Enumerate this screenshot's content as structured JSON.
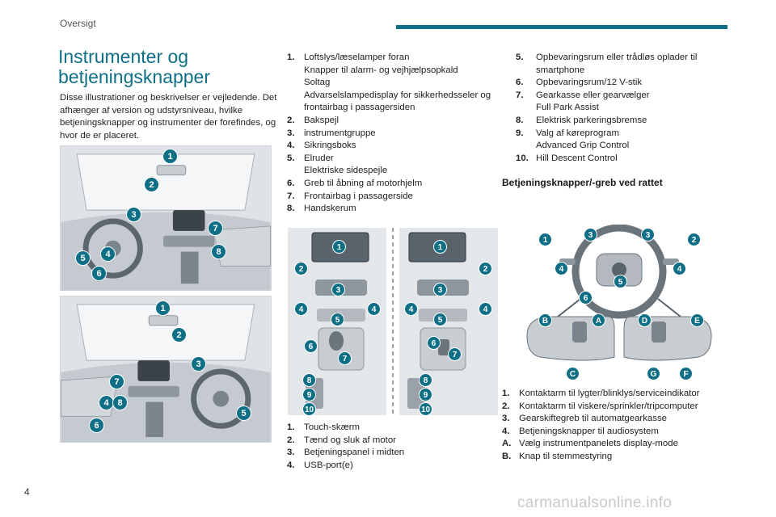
{
  "header": {
    "section": "Oversigt"
  },
  "title": "Instrumenter og betjeningsknapper",
  "intro": "Disse illustrationer og beskrivelser er vejledende. Det afhænger af version og udstyrsniveau, hvilke betjeningsknapper og instrumenter der forefindes, og hvor de er placeret.",
  "figure1_labels": [
    "1",
    "2",
    "3",
    "7",
    "8",
    "5",
    "4",
    "6"
  ],
  "figure2_labels": [
    "1",
    "2",
    "3",
    "7",
    "4",
    "8",
    "5",
    "6"
  ],
  "console_left_labels": [
    "1",
    "2",
    "3",
    "4",
    "4",
    "5",
    "6",
    "7",
    "8",
    "9",
    "10"
  ],
  "console_right_labels": [
    "1",
    "2",
    "3",
    "4",
    "4",
    "5",
    "6",
    "7",
    "8",
    "9",
    "10"
  ],
  "wheel_labels": [
    "1",
    "3",
    "3",
    "2",
    "4",
    "4",
    "5",
    "6",
    "B",
    "A",
    "D",
    "E",
    "C",
    "G",
    "F"
  ],
  "list_a": [
    {
      "n": "1.",
      "lines": [
        "Loftslys/læselamper foran",
        "Knapper til alarm- og vejhjælpsopkald",
        "Soltag",
        "Advarselslampedisplay for sikkerhedsseler og frontairbag i passagersiden"
      ]
    },
    {
      "n": "2.",
      "lines": [
        "Bakspejl"
      ]
    },
    {
      "n": "3.",
      "lines": [
        "instrumentgruppe"
      ]
    },
    {
      "n": "4.",
      "lines": [
        "Sikringsboks"
      ]
    },
    {
      "n": "5.",
      "lines": [
        "Elruder",
        "Elektriske sidespejle"
      ]
    },
    {
      "n": "6.",
      "lines": [
        "Greb til åbning af motorhjelm"
      ]
    },
    {
      "n": "7.",
      "lines": [
        "Frontairbag i passagerside"
      ]
    },
    {
      "n": "8.",
      "lines": [
        "Handskerum"
      ]
    }
  ],
  "list_b": [
    {
      "n": "1.",
      "lines": [
        "Touch-skærm"
      ]
    },
    {
      "n": "2.",
      "lines": [
        "Tænd og sluk af motor"
      ]
    },
    {
      "n": "3.",
      "lines": [
        "Betjeningspanel i midten"
      ]
    },
    {
      "n": "4.",
      "lines": [
        "USB-port(e)"
      ]
    }
  ],
  "list_c": [
    {
      "n": "5.",
      "lines": [
        "Opbevaringsrum eller trådløs oplader til smartphone"
      ]
    },
    {
      "n": "6.",
      "lines": [
        "Opbevaringsrum/12 V-stik"
      ]
    },
    {
      "n": "7.",
      "lines": [
        "Gearkasse eller gearvælger",
        "Full Park Assist"
      ]
    },
    {
      "n": "8.",
      "lines": [
        "Elektrisk parkeringsbremse"
      ]
    },
    {
      "n": "9.",
      "lines": [
        "Valg af køreprogram",
        "Advanced Grip Control"
      ]
    },
    {
      "n": "10.",
      "lines": [
        "Hill Descent Control"
      ]
    }
  ],
  "section_wheel": "Betjeningsknapper/-greb ved rattet",
  "list_d": [
    {
      "n": "1.",
      "lines": [
        "Kontaktarm til lygter/blinklys/serviceindikator"
      ]
    },
    {
      "n": "2.",
      "lines": [
        "Kontaktarm til viskere/sprinkler/tripcomputer"
      ]
    },
    {
      "n": "3.",
      "lines": [
        "Gearskiftegreb til automatgearkasse"
      ]
    },
    {
      "n": "4.",
      "lines": [
        "Betjeningsknapper til audiosystem"
      ]
    },
    {
      "n": "A.",
      "lines": [
        "Vælg instrumentpanelets display-mode"
      ]
    },
    {
      "n": "B.",
      "lines": [
        "Knap til stemmestyring"
      ]
    }
  ],
  "page_number": "4",
  "watermark": "carmanualsonline.info"
}
